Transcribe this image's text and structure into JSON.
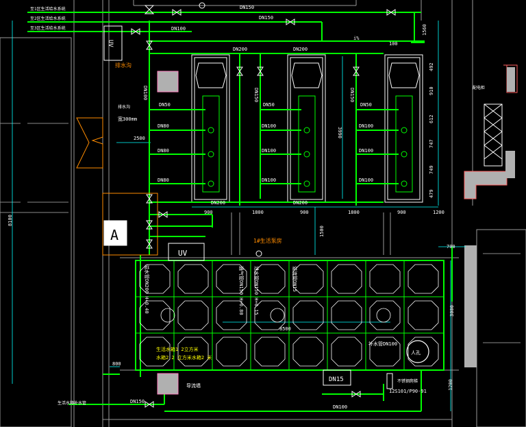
{
  "colors": {
    "background": "#000000",
    "pipe": "#00ff00",
    "dim": "#00ffff",
    "wall": "#b0b0b0",
    "text": "#ffffff",
    "label_red": "#ff8080",
    "label_orange": "#ff8c00",
    "label_yellow": "#ffff00",
    "equipment": "#ffffff"
  },
  "legend": {
    "line1": "至1区生活给水系统",
    "line2": "至2区生活给水系统",
    "line3": "至3区生活给水系统"
  },
  "pipe_labels": {
    "dn150_top_a": "DN150",
    "dn150_top_b": "DN150",
    "dn100_top": "DN100",
    "dn200_a": "DN200",
    "dn200_b": "DN200",
    "dn100_left": "DN100",
    "dn150_mid_a": "DN150",
    "dn150_mid_b": "DN150",
    "dn50_a": "DN50",
    "dn50_b": "DN50",
    "dn50_c": "DN50",
    "dn80_a": "DN80",
    "dn80_b": "DN80",
    "dn80_c": "DN80",
    "dn100_b1": "DN100",
    "dn100_b2": "DN100",
    "dn100_b3": "DN100",
    "dn100_c1": "DN100",
    "dn100_c2": "DN100",
    "dn100_c3": "DN100",
    "dn200_bottom_a": "DN200",
    "dn200_bottom_b": "DN200",
    "dn150_bottom": "DN150",
    "dn100_bottom": "DN100",
    "dn15": "DN15",
    "dn100_inlet": "补水管DN100"
  },
  "dimensions": {
    "d1560": "1560",
    "d100": "100",
    "d492": "492",
    "d910": "910",
    "d612": "612",
    "d747": "747",
    "d749": "749",
    "d479": "479",
    "d3990": "3990",
    "d2500": "2500",
    "d900a": "900",
    "d1800a": "1800",
    "d900b": "900",
    "d1800b": "1800",
    "d900c": "900",
    "d1200": "1200",
    "d1500": "1500",
    "d700": "700",
    "d3000": "3000",
    "d8500": "8500",
    "d800": "800",
    "d1200b": "1200",
    "d8100": "8100",
    "slope": "i%",
    "d300": "宽300mm"
  },
  "labels": {
    "uv_top": "UV",
    "uv_mid": "UV",
    "drain_ditch_top": "排水沟",
    "trench": "排水沟",
    "pump_room": "1#生活泵房",
    "tank_note_a": "生活水箱1 2立方米",
    "tank_note_b": "水箱2 2 立方米水箱2 米",
    "tank_vertical_a": "溢水管DN200 H+0.40",
    "tank_vertical_b": "通气管DN150 H+0.80",
    "tank_vertical_c": "泄水管DN150 H+0.15",
    "tank_vertical_d": "溢流管DN15",
    "manhole": "人孔",
    "guide_wall": "导流墙",
    "stainless_ladder": "不锈钢爬梯",
    "standard": "12S101/P90-91",
    "cabinet": "配电柜",
    "to_tank": "生活水箱补水管",
    "marker_a": "A"
  }
}
